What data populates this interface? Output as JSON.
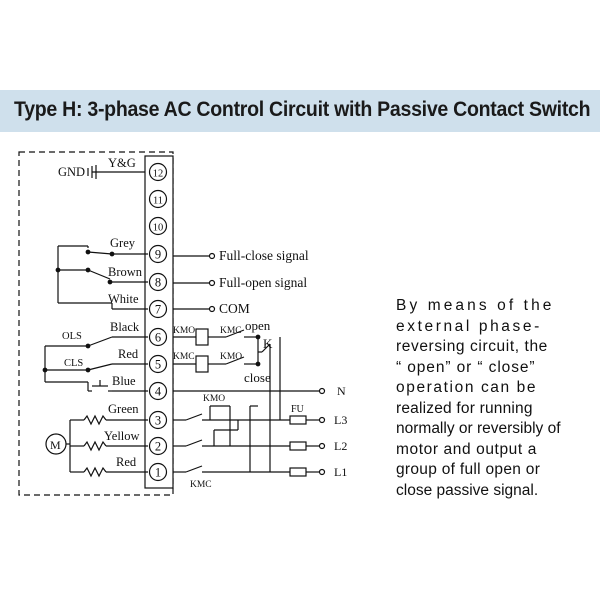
{
  "title": "Type H: 3-phase AC Control Circuit with Passive Contact Switch",
  "terminals": [
    "12",
    "11",
    "10",
    "9",
    "8",
    "7",
    "6",
    "5",
    "4",
    "3",
    "2",
    "1"
  ],
  "labels": {
    "gnd": "GND",
    "yg": "Y&G",
    "grey": "Grey",
    "brown": "Brown",
    "white": "White",
    "black": "Black",
    "red": "Red",
    "blue": "Blue",
    "green": "Green",
    "yellow": "Yellow",
    "red_motor": "Red",
    "ols": "OLS",
    "cls": "CLS",
    "motor": "M"
  },
  "signals": {
    "full_close": "Full-close signal",
    "full_open": "Full-open signal",
    "com": "COM"
  },
  "control": {
    "kmo_coil": "KMO",
    "kmc_contact": "KMC",
    "open": "open",
    "k": "K",
    "kmc_coil": "KMC",
    "kmo_contact": "KMO",
    "close": "close"
  },
  "power": {
    "n": "N",
    "fu": "FU",
    "l3": "L3",
    "l2": "L2",
    "l1": "L1",
    "kmo": "KMO",
    "kmc": "KMC"
  },
  "description": [
    "By means of the",
    "external phase-",
    "reversing circuit, the",
    "“ open”  or  “ close”",
    "operation can be",
    "realized for running",
    "normally or reversibly of",
    "motor and output a",
    "group of full open or",
    "close passive signal."
  ]
}
